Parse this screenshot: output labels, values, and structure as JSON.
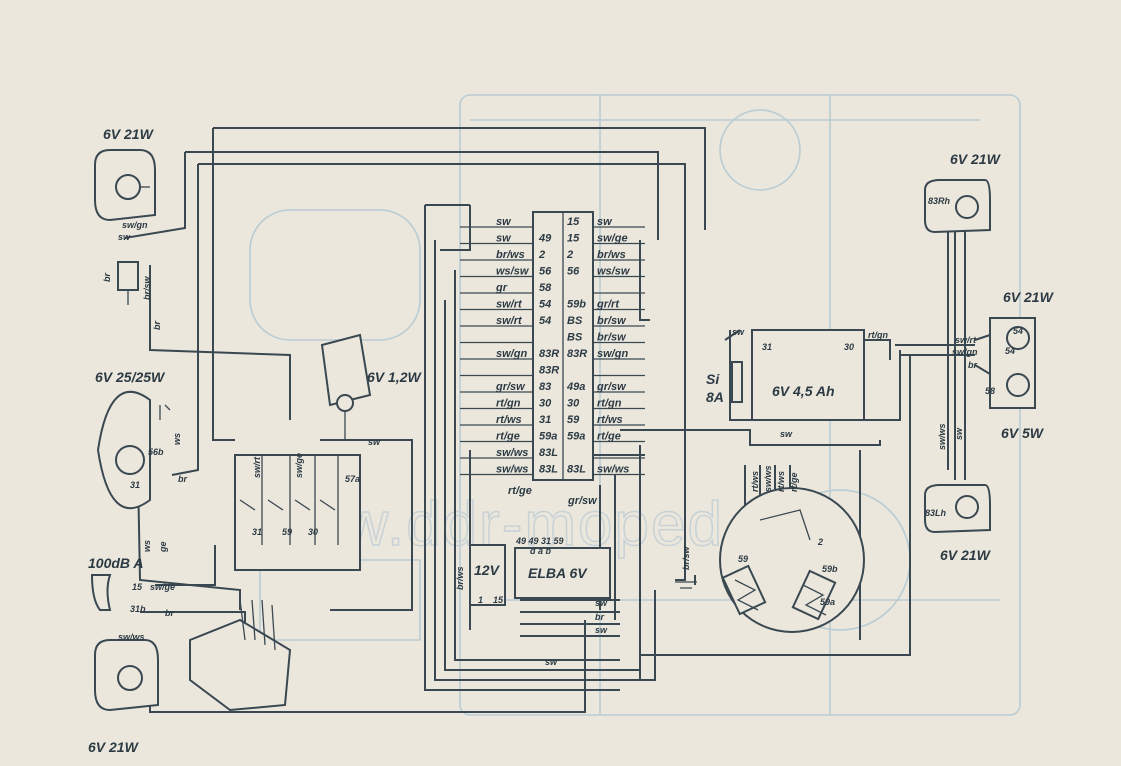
{
  "watermark": "www.ddr-moped.de",
  "components": {
    "lamp_top_left": "6V 21W",
    "headlight": "6V 25/25W",
    "speedo_lamp": "6V 1,2W",
    "horn": "100dB A",
    "lamp_bottom_left": "6V 21W",
    "lamp_top_right": "6V 21W",
    "lamp_right_upper": "6V 21W",
    "lamp_right_lower": "6V 5W",
    "lamp_bottom_right": "6V 21W",
    "battery_voltage": "12V",
    "regulator": "ELBA 6V",
    "battery": "6V 4,5 Ah",
    "fuse_symbol": "Si",
    "fuse_rating": "8A"
  },
  "terminal_block": {
    "rows": [
      {
        "left_wire": "sw",
        "left_term": "",
        "right_term": "15",
        "right_wire": "sw"
      },
      {
        "left_wire": "sw",
        "left_term": "49",
        "right_term": "15",
        "right_wire": "sw/ge"
      },
      {
        "left_wire": "br/ws",
        "left_term": "2",
        "right_term": "2",
        "right_wire": "br/ws"
      },
      {
        "left_wire": "ws/sw",
        "left_term": "56",
        "right_term": "56",
        "right_wire": "ws/sw"
      },
      {
        "left_wire": "gr",
        "left_term": "58",
        "right_term": "",
        "right_wire": ""
      },
      {
        "left_wire": "sw/rt",
        "left_term": "54",
        "right_term": "59b",
        "right_wire": "gr/rt"
      },
      {
        "left_wire": "sw/rt",
        "left_term": "54",
        "right_term": "BS",
        "right_wire": "br/sw"
      },
      {
        "left_wire": "",
        "left_term": "",
        "right_term": "BS",
        "right_wire": "br/sw"
      },
      {
        "left_wire": "sw/gn",
        "left_term": "83R",
        "right_term": "83R",
        "right_wire": "sw/gn"
      },
      {
        "left_wire": "",
        "left_term": "83R",
        "right_term": "",
        "right_wire": ""
      },
      {
        "left_wire": "gr/sw",
        "left_term": "83",
        "right_term": "49a",
        "right_wire": "gr/sw"
      },
      {
        "left_wire": "rt/gn",
        "left_term": "30",
        "right_term": "30",
        "right_wire": "rt/gn"
      },
      {
        "left_wire": "rt/ws",
        "left_term": "31",
        "right_term": "59",
        "right_wire": "rt/ws"
      },
      {
        "left_wire": "rt/ge",
        "left_term": "59a",
        "right_term": "59a",
        "right_wire": "rt/ge"
      },
      {
        "left_wire": "sw/ws",
        "left_term": "83L",
        "right_term": "",
        "right_wire": ""
      },
      {
        "left_wire": "sw/ws",
        "left_term": "83L",
        "right_term": "83L",
        "right_wire": "sw/ws"
      }
    ],
    "bottom_labels": [
      "rt/ge",
      "gr/sw"
    ]
  },
  "wire_labels": {
    "sw_gn_top": "sw/gn",
    "sw_top": "sw",
    "br_left": "br",
    "br_sw_left": "br/sw",
    "br_mid": "br",
    "ws_head": "ws",
    "br_head": "br",
    "ws_low": "ws",
    "ge_low": "ge",
    "sw_ge_horn": "sw/ge",
    "br_horn": "br",
    "sw_ws_lamp": "sw/ws",
    "sw_switch": "sw",
    "sw_batt": "sw",
    "rt_gn_batt": "rt/gn",
    "sw_lower": "sw",
    "br_sw_reg": "br/sw",
    "br_ws_reg": "br/ws",
    "sw_rt_right": "sw/rt",
    "sw_gn_right": "sw/gn",
    "br_right": "br",
    "sw_ws_right": "sw/ws",
    "sw_right": "sw",
    "rt_ws_gen": "rt/ws",
    "sw_ws_gen": "sw/ws",
    "rt_ws_gen2": "rt/ws",
    "rt_ge_gen": "rt/ge",
    "sw_bottom": "sw",
    "br_bottom": "br",
    "sw_bottom2": "sw",
    "sw_bottom3": "sw",
    "sw_rt_top": "sw/rt",
    "sw_ge_top": "sw/ge"
  },
  "terminals": {
    "t56b": "56b",
    "t31_head": "31",
    "t31_batt": "31",
    "t30_batt": "30",
    "t54": "54",
    "t54b": "54",
    "t58": "58",
    "t83rh": "83Rh",
    "t83lh": "83Lh",
    "t15_horn": "15",
    "t31b": "31b",
    "t59": "59",
    "t59a": "59a",
    "t59b": "59b",
    "t57a": "57a",
    "t31_sw": "31",
    "t59_sw": "59",
    "t30_sw": "30",
    "reg_terms": "49 49 31 59",
    "reg_terms2": "d a b",
    "t15_reg": "15",
    "t1_reg": "1",
    "t2_gen": "2"
  }
}
